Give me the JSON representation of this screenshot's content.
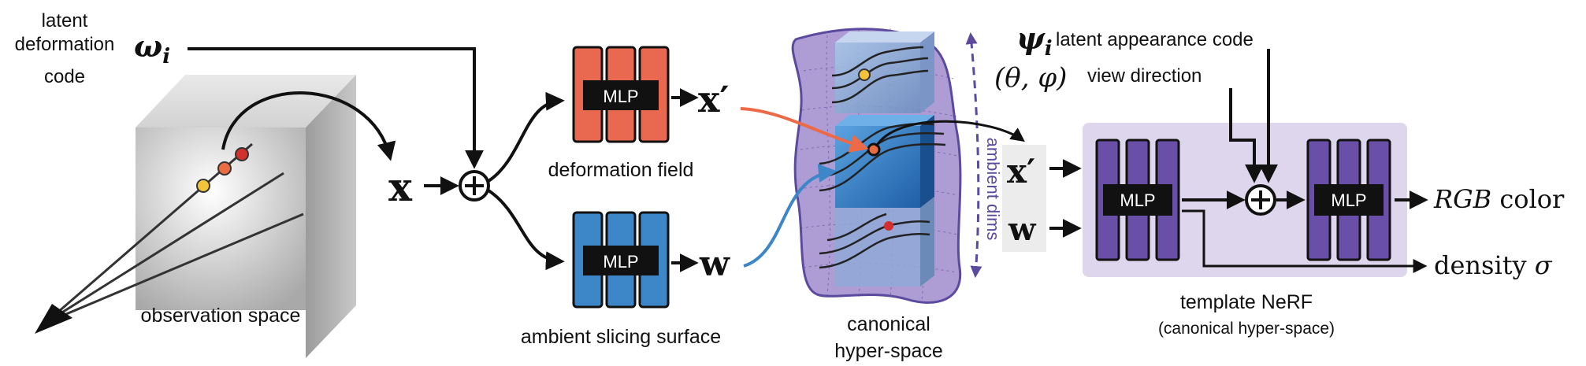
{
  "labels": {
    "latent_deformation_line1": "latent",
    "latent_deformation_line2": "deformation",
    "latent_deformation_line3": "code",
    "omega_symbol": "ω",
    "omega_sub": "i",
    "x_symbol": "x",
    "x_prime_symbol": "x′",
    "w_symbol": "w",
    "observation_space": "observation space",
    "deformation_field": "deformation field",
    "ambient_slicing_surface": "ambient slicing surface",
    "canonical_line1": "canonical",
    "canonical_line2": "hyper-space",
    "ambient_dims": "ambient dims",
    "psi_symbol": "ψ",
    "psi_sub": "i",
    "latent_appearance_code": "latent appearance code",
    "view_direction_symbol": "(θ, φ)",
    "view_direction": "view direction",
    "rgb_italic": "RGB",
    "rgb_word": "color",
    "density_word": "density",
    "sigma_symbol": "σ",
    "template_nerf_line1": "template NeRF",
    "template_nerf_line2": "(canonical hyper-space)",
    "mlp_label": "MLP",
    "plus_symbol": "+"
  },
  "colors": {
    "deformation_mlp": "#e8694f",
    "slicing_mlp": "#3d86c8",
    "nerf_mlp": "#6a4fa8",
    "nerf_panel": "#ddd6ec",
    "canonical_blob": "#9a85c9",
    "ambient_arrow": "#5b4a9e",
    "orange_arrow": "#ec6a47",
    "blue_arrow": "#3d86c8",
    "point_yellow": "#f3c33a",
    "point_orange": "#ea6c43",
    "point_red": "#d32f2f"
  }
}
